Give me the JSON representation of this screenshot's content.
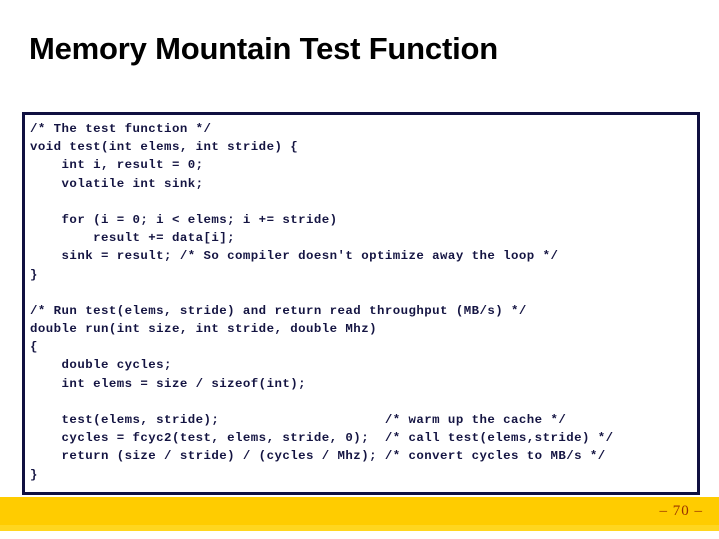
{
  "slide": {
    "title": "Memory Mountain Test Function",
    "page_number": "– 70 –",
    "colors": {
      "code_border": "#101040",
      "code_text": "#141442",
      "code_background": "#ffffff",
      "footer_band": "#ffcc00",
      "footer_band_lower": "#ffd61f",
      "page_number_text": "#993300",
      "title_text": "#000000",
      "slide_background": "#ffffff"
    }
  },
  "code": {
    "language": "c",
    "lines": [
      "/* The test function */",
      "void test(int elems, int stride) {",
      "    int i, result = 0;",
      "    volatile int sink;",
      "",
      "    for (i = 0; i < elems; i += stride)",
      "        result += data[i];",
      "    sink = result; /* So compiler doesn't optimize away the loop */",
      "}",
      "",
      "/* Run test(elems, stride) and return read throughput (MB/s) */",
      "double run(int size, int stride, double Mhz)",
      "{",
      "    double cycles;",
      "    int elems = size / sizeof(int);",
      "",
      "    test(elems, stride);                     /* warm up the cache */",
      "    cycles = fcyc2(test, elems, stride, 0);  /* call test(elems,stride) */",
      "    return (size / stride) / (cycles / Mhz); /* convert cycles to MB/s */",
      "}"
    ]
  }
}
